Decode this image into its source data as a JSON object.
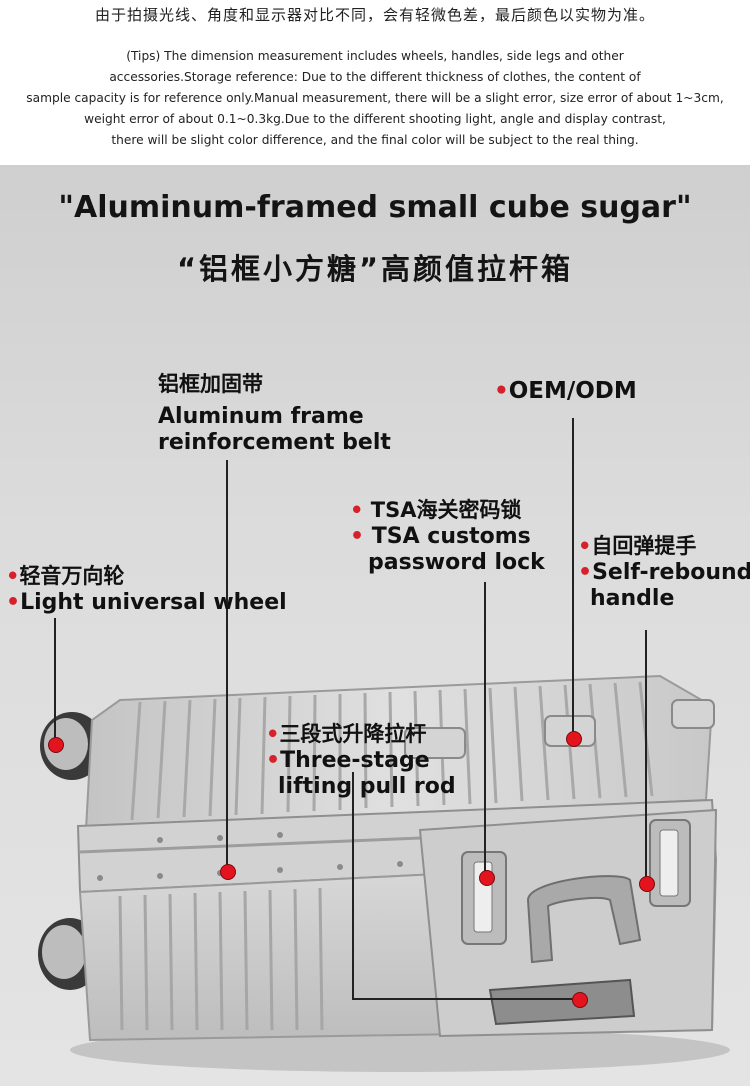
{
  "top_note_cn": "由于拍摄光线、角度和显示器对比不同，会有轻微色差，最后颜色以实物为准。",
  "tips_lines": [
    "(Tips) The dimension measurement includes wheels, handles, side legs and other",
    "accessories.Storage reference: Due to the different thickness of clothes, the content of",
    "sample capacity is for reference only.Manual measurement, there will be a slight error, size error of about 1~3cm,",
    "weight error of about 0.1~0.3kg.Due to the different shooting light, angle and display contrast,",
    "there will be slight color difference, and the final color will be subject to the real thing."
  ],
  "title_en": "\"Aluminum-framed small cube sugar\"",
  "title_cn": "“铝框小方糖”高颜值拉杆箱",
  "labels": {
    "frame_belt": {
      "cn": "铝框加固带",
      "en1": "Aluminum frame",
      "en2": "reinforcement belt"
    },
    "oem": {
      "en": "OEM/ODM"
    },
    "tsa_lock": {
      "cn": "TSA海关密码锁",
      "en1": "TSA customs",
      "en2": "password lock"
    },
    "handle": {
      "cn": "自回弹提手",
      "en1": "Self-rebound",
      "en2": "handle"
    },
    "wheel": {
      "cn": "轻音万向轮",
      "en": "Light universal wheel"
    },
    "pull_rod": {
      "cn": "三段式升降拉杆",
      "en1": "Three-stage",
      "en2": "lifting pull rod"
    }
  },
  "colors": {
    "marker": "#e4141e",
    "background": "#dcdcdc",
    "suitcase": "#c9c9c9"
  }
}
